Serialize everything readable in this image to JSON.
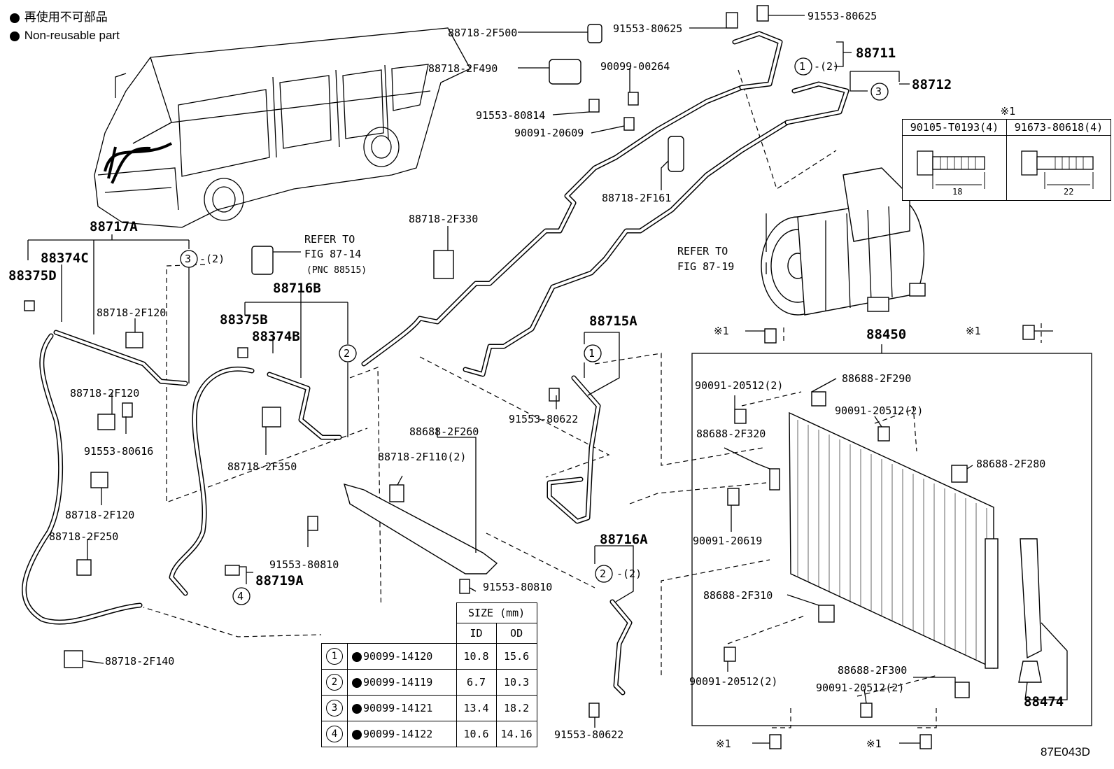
{
  "legend": {
    "jp_text": "再使用不可部品",
    "en_text": "Non-reusable part"
  },
  "figure_code": "87E043D",
  "labels": {
    "p88711": "88711",
    "p88712": "88712",
    "p88717A": "88717A",
    "p88716B": "88716B",
    "p88715A": "88715A",
    "p88716A": "88716A",
    "p88450": "88450",
    "p88474": "88474",
    "p88719A": "88719A",
    "p88374C": "88374C",
    "p88375D": "88375D",
    "p88375B": "88375B",
    "p88374B": "88374B",
    "p88718_2F500": "88718-2F500",
    "p88718_2F490": "88718-2F490",
    "p91553_80625a": "91553-80625",
    "p91553_80625b": "91553-80625",
    "p90099_00264": "90099-00264",
    "p91553_80814": "91553-80814",
    "p90091_20609": "90091-20609",
    "p88718_2F161": "88718-2F161",
    "p88718_2F330": "88718-2F330",
    "p88718_2F120a": "88718-2F120",
    "p88718_2F120b": "88718-2F120",
    "p88718_2F120c": "88718-2F120",
    "p91553_80616": "91553-80616",
    "p88718_2F250": "88718-2F250",
    "p88718_2F140": "88718-2F140",
    "p88718_2F350": "88718-2F350",
    "p88688_2F260": "88688-2F260",
    "p88718_2F110": "88718-2F110(2)",
    "p91553_80810a": "91553-80810",
    "p91553_80810b": "91553-80810",
    "p91553_80622a": "91553-80622",
    "p91553_80622b": "91553-80622",
    "p88688_2F290": "88688-2F290",
    "p90091_20512a": "90091-20512(2)",
    "p90091_20512b": "90091-20512(2)",
    "p90091_20512c": "90091-20512(2)",
    "p90091_20512d": "90091-20512(2)",
    "p88688_2F320": "88688-2F320",
    "p88688_2F280": "88688-2F280",
    "p90091_20619": "90091-20619",
    "p88688_2F310": "88688-2F310",
    "p88688_2F300": "88688-2F300",
    "refer1_a": "REFER TO",
    "refer1_b": "FIG 87-14",
    "refer1_c": "(PNC 88515)",
    "refer2_a": "REFER TO",
    "refer2_b": "FIG 87-19",
    "qty2": "-(2)",
    "note_mark": "※1"
  },
  "callouts": [
    "1",
    "2",
    "3",
    "4"
  ],
  "note_table": {
    "mark": "※1",
    "bolt_a": "90105-T0193(4)",
    "bolt_b": "91673-80618(4)",
    "len_a": "18",
    "len_b": "22"
  },
  "size_table": {
    "header": "SIZE (mm)",
    "col_id": "ID",
    "col_od": "OD",
    "rows": [
      {
        "n": "1",
        "part": "90099-14120",
        "id": "10.8",
        "od": "15.6"
      },
      {
        "n": "2",
        "part": "90099-14119",
        "id": "6.7",
        "od": "10.3"
      },
      {
        "n": "3",
        "part": "90099-14121",
        "id": "13.4",
        "od": "18.2"
      },
      {
        "n": "4",
        "part": "90099-14122",
        "id": "10.6",
        "od": "14.16"
      }
    ]
  }
}
